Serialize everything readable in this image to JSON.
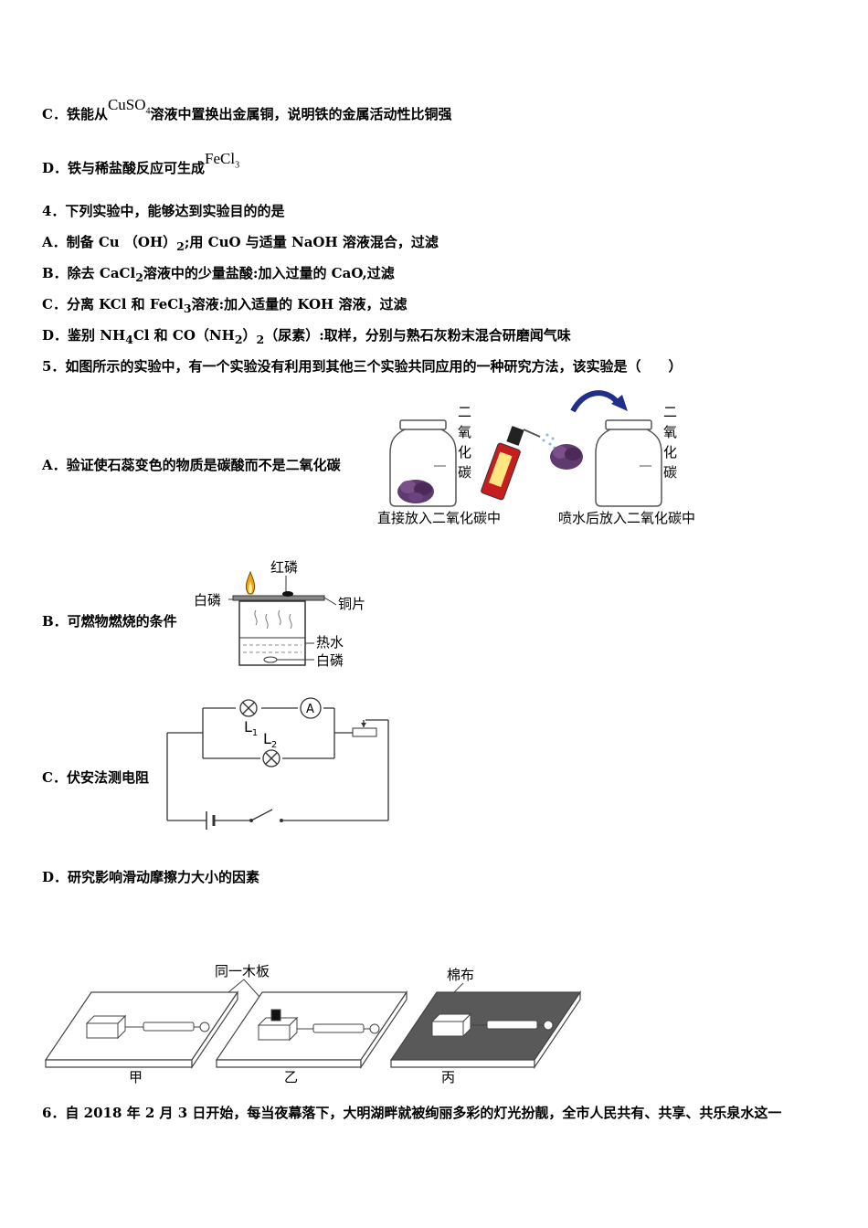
{
  "q3": {
    "optC": {
      "prefix": "C．铁能从",
      "formula": "CuSO",
      "sub": "4",
      "suffix": "溶液中置换出金属铜，说明铁的金属活动性比铜强"
    },
    "optD": {
      "prefix": "D．铁与稀盐酸反应可生成",
      "formula": "FeCl",
      "sub": "3"
    }
  },
  "q4": {
    "stem": "4．下列实验中，能够达到实验目的的是",
    "optA": {
      "t1": "A．制备 Cu （OH）",
      "s1": "2",
      "t2": ";用 CuO 与适量 NaOH 溶液混合，过滤"
    },
    "optB": {
      "t1": "B．除去 CaCl",
      "s1": "2",
      "t2": "溶液中的少量盐酸:加入过量的 CaO,过滤"
    },
    "optC": {
      "t1": "C．分离 KCl 和 FeCl",
      "s1": "3",
      "t2": "溶液:加入适量的 KOH 溶液，过滤"
    },
    "optD": {
      "t1": "D．鉴别 NH",
      "s1": "4",
      "t2": "Cl 和 CO（NH",
      "s2": "2",
      "t3": "）",
      "s3": "2",
      "t4": "（尿素）:取样，分别与熟石灰粉末混合研磨闻气味"
    }
  },
  "q5": {
    "stem": "5．如图所示的实验中，有一个实验没有利用到其他三个实验共同应用的一种研究方法，该实验是（　　）",
    "optA": "A．验证使石蕊变色的物质是碳酸而不是二氧化碳",
    "optB": "B．可燃物燃烧的条件",
    "optC": "C．伏安法测电阻",
    "optD": "D．研究影响滑动摩擦力大小的因素",
    "figA": {
      "gas1": [
        "二",
        "氧",
        "化",
        "碳"
      ],
      "gas2": [
        "二",
        "氧",
        "化",
        "碳"
      ],
      "cap1": "直接放入二氧化碳中",
      "cap2": "喷水后放入二氧化碳中"
    },
    "figB": {
      "red_p": "红磷",
      "white_p_top": "白磷",
      "copper": "铜片",
      "hot_water": "热水",
      "white_p_bottom": "白磷"
    },
    "figC": {
      "ammeter": "A",
      "l1": "L",
      "l1_sub": "1",
      "l2": "L",
      "l2_sub": "2"
    },
    "figD": {
      "board": "同一木板",
      "cloth": "棉布",
      "jia": "甲",
      "yi": "乙",
      "bing": "丙"
    }
  },
  "q6": {
    "stem": "6．自 2018 年 2 月 3 日开始，每当夜幕落下，大明湖畔就被绚丽多彩的灯光扮靓，全市人民共有、共享、共乐泉水这一"
  }
}
